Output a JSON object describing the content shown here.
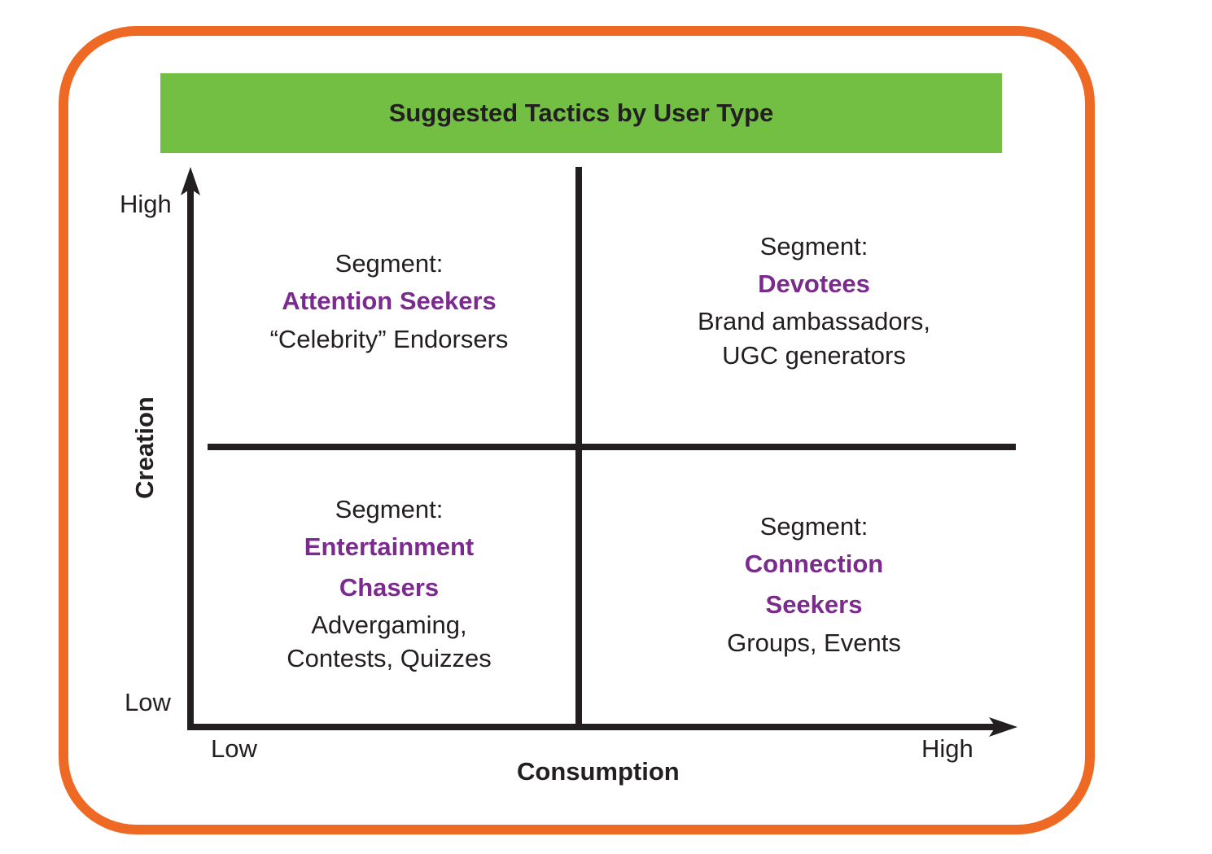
{
  "title": "Suggested Tactics by User Type",
  "y_axis": {
    "title": "Creation",
    "high": "High",
    "low": "Low"
  },
  "x_axis": {
    "title": "Consumption",
    "high": "High",
    "low": "Low"
  },
  "colors": {
    "border": "#ee6a24",
    "banner": "#72bf44",
    "segment_name": "#7b2a8e"
  },
  "quadrants": [
    {
      "position": "top-left",
      "label": "Segment:",
      "name": "Attention Seekers",
      "tactics": "“Celebrity” Endorsers"
    },
    {
      "position": "top-right",
      "label": "Segment:",
      "name": "Devotees",
      "tactics": "Brand ambassadors,\nUGC generators"
    },
    {
      "position": "bottom-left",
      "label": "Segment:",
      "name": "Entertainment\nChasers",
      "tactics": "Advergaming,\nContests, Quizzes"
    },
    {
      "position": "bottom-right",
      "label": "Segment:",
      "name": "Connection\nSeekers",
      "tactics": "Groups, Events"
    }
  ]
}
